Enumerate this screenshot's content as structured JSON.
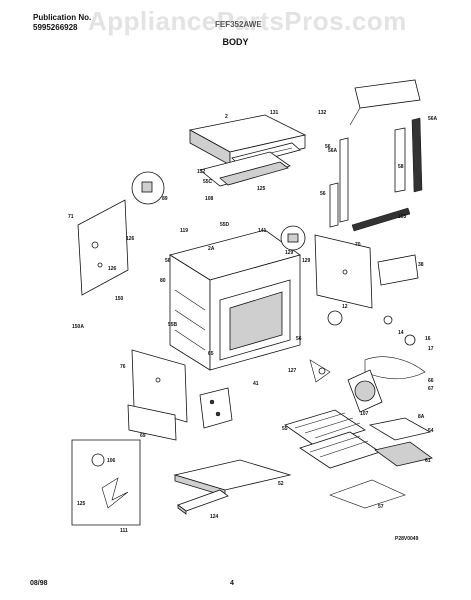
{
  "header": {
    "publication_label": "Publication No.",
    "publication_number": "5995266928",
    "model": "FEF352AWE",
    "watermark": "AppliancePartsPros.com",
    "section_title": "BODY"
  },
  "footer": {
    "date": "08/98",
    "page": "4"
  },
  "diagram": {
    "code": "P28V0049",
    "part_numbers": [
      "2",
      "131",
      "132",
      "56A",
      "56",
      "58",
      "56A",
      "56",
      "132",
      "55C",
      "125",
      "103",
      "108",
      "89",
      "55D",
      "71",
      "126",
      "119",
      "2A",
      "141",
      "129",
      "70",
      "56",
      "126",
      "80",
      "38",
      "150",
      "12",
      "150A",
      "55B",
      "65",
      "14",
      "16",
      "17",
      "76",
      "66",
      "67",
      "41",
      "127",
      "56",
      "69",
      "107",
      "8A",
      "55",
      "54",
      "61",
      "52",
      "124",
      "125",
      "106",
      "111",
      "57",
      "129"
    ]
  }
}
